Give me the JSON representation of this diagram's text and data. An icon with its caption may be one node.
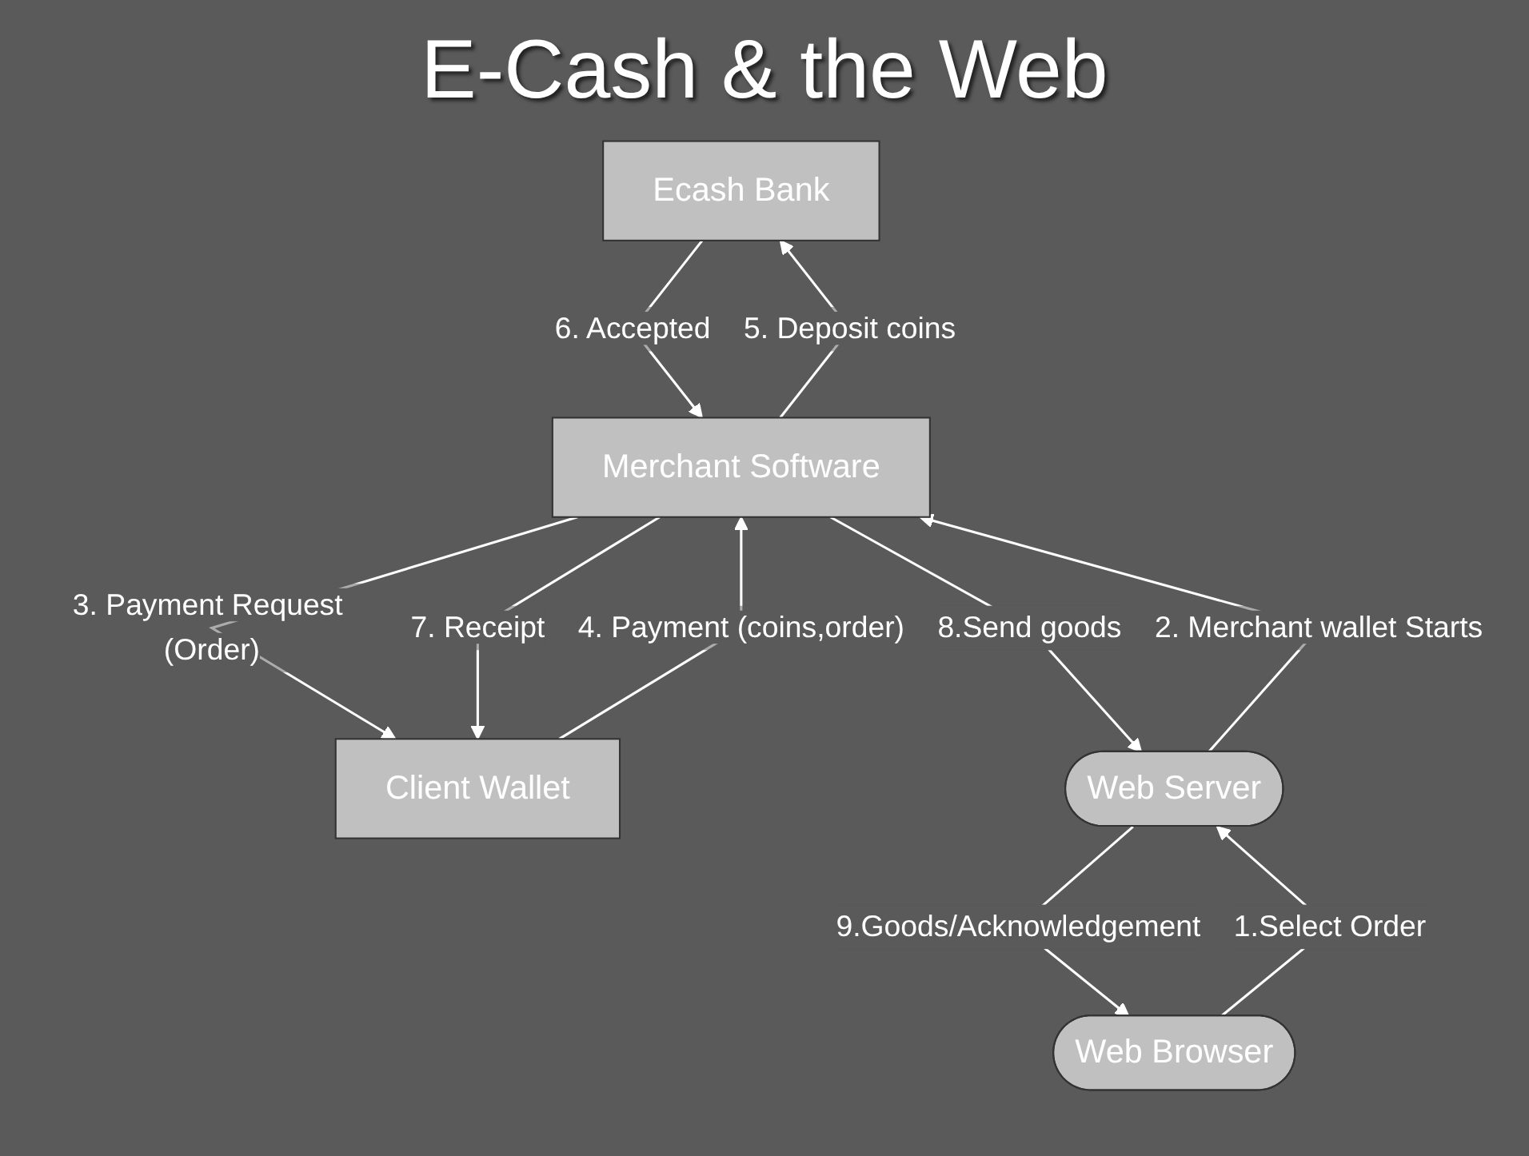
{
  "diagram": {
    "title": "E-Cash & the Web",
    "nodes": [
      {
        "text": [
          "Ecash Bank"
        ]
      },
      {
        "text": [
          "Client Wallet"
        ]
      },
      {
        "text": [
          "Merchant Software"
        ]
      },
      {
        "text": [
          "Web Browser"
        ]
      },
      {
        "text": [
          "Web Server"
        ]
      }
    ],
    "edges": [
      {
        "from": 3,
        "to": 4,
        "arrow": "to",
        "label": "1.Select Order"
      },
      {
        "from": 4,
        "to": 2,
        "arrow": "to",
        "label": "2. Merchant wallet Starts"
      },
      {
        "from": 2,
        "to": 1,
        "arrow": "to",
        "label": "3. Payment Request (Order)"
      },
      {
        "from": 1,
        "to": 2,
        "arrow": "to",
        "label": "4. Payment (coins,order)"
      },
      {
        "from": 2,
        "to": 0,
        "arrow": "to",
        "label": "5. Deposit coins"
      },
      {
        "from": 0,
        "to": 2,
        "arrow": "to",
        "label": "6. Accepted"
      },
      {
        "from": 2,
        "to": 1,
        "arrow": "to",
        "label": "7. Receipt"
      },
      {
        "from": 2,
        "to": 4,
        "arrow": "to",
        "label": "8.Send goods"
      },
      {
        "from": 4,
        "to": 3,
        "arrow": "to",
        "label": "9.Goods/Acknowledgement"
      }
    ]
  }
}
